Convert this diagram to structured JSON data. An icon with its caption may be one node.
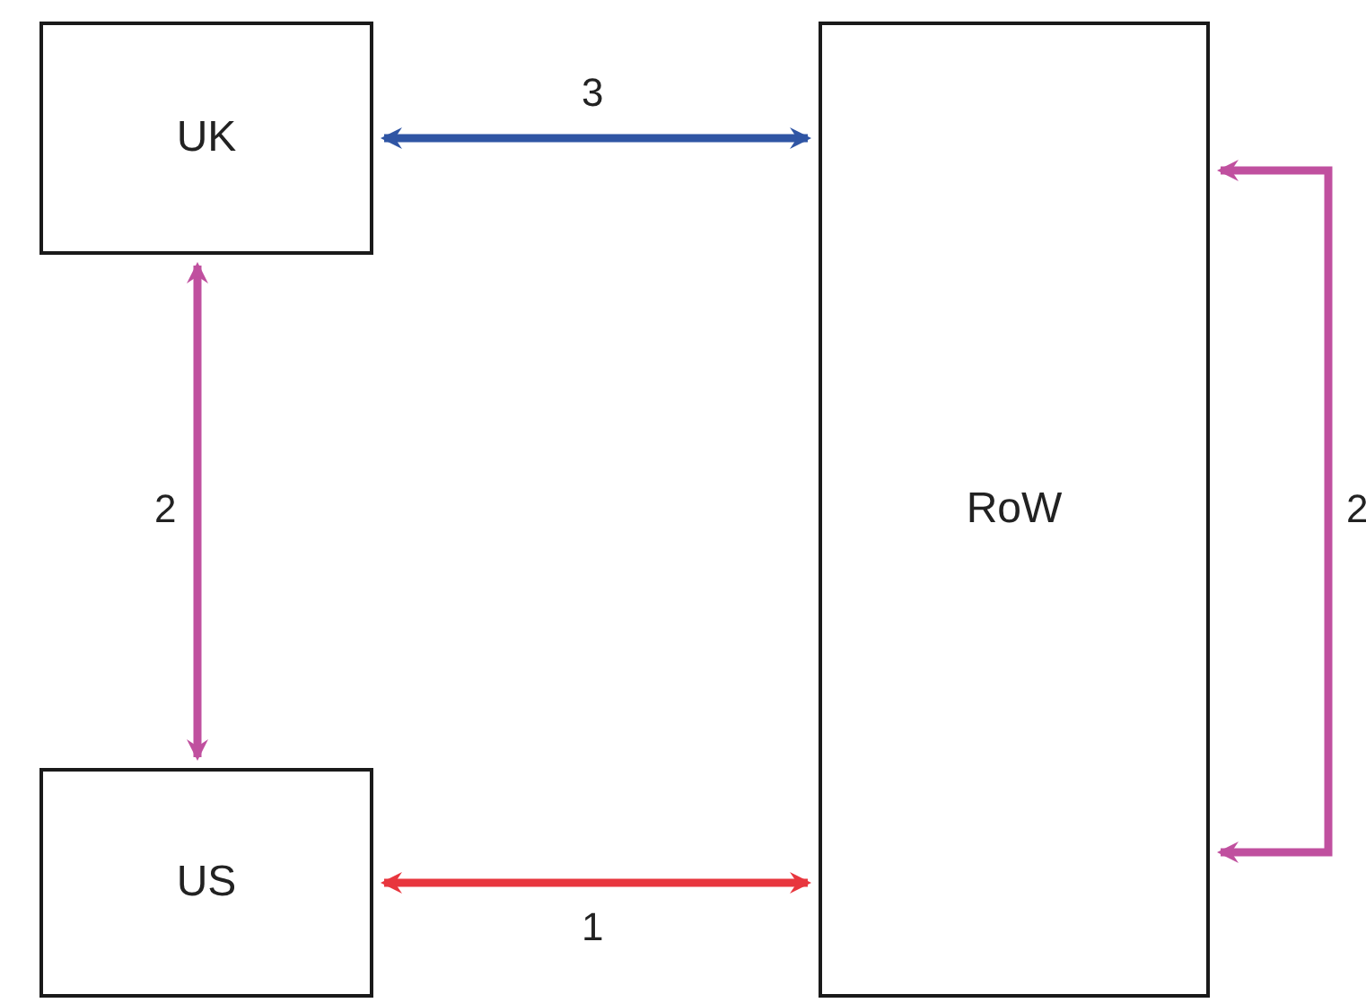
{
  "diagram": {
    "nodes": [
      {
        "text": [
          "UK"
        ]
      },
      {
        "text": [
          "RoW"
        ]
      },
      {
        "text": [
          "US"
        ]
      }
    ],
    "edges": [
      {
        "from": 0,
        "to": 1,
        "arrow": "both",
        "label": "3",
        "color": "#2f55a4"
      },
      {
        "from": 0,
        "to": 2,
        "arrow": "both",
        "label": "2",
        "color": "#c0509f"
      },
      {
        "from": 2,
        "to": 1,
        "arrow": "both",
        "label": "1",
        "color": "#e8363e"
      },
      {
        "from": 1,
        "to": 1,
        "arrow": "both",
        "label": "2",
        "color": "#c0509f"
      }
    ]
  }
}
